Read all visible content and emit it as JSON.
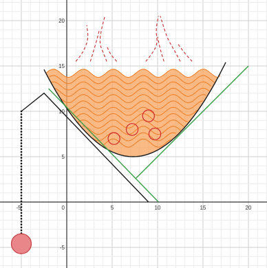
{
  "chart_data": {
    "type": "diagram",
    "xlim": [
      -7,
      22
    ],
    "ylim": [
      -7,
      22
    ],
    "grid": true,
    "x_ticks": [
      {
        "value": -5,
        "label": "-5"
      },
      {
        "value": 0,
        "label": "0"
      },
      {
        "value": 5,
        "label": "5"
      },
      {
        "value": 10,
        "label": "10"
      },
      {
        "value": 15,
        "label": "15"
      },
      {
        "value": 20,
        "label": "20"
      }
    ],
    "y_ticks": [
      {
        "value": -5,
        "label": "-5"
      },
      {
        "value": 5,
        "label": "5"
      },
      {
        "value": 10,
        "label": "10"
      },
      {
        "value": 15,
        "label": "15"
      },
      {
        "value": 20,
        "label": "20"
      }
    ],
    "bowl": {
      "vertex": [
        7.3,
        5
      ],
      "a": 0.1,
      "x_range": [
        -2.5,
        17.5
      ],
      "color": "#1a1a1a"
    },
    "liquid": {
      "color": "#f7a35c",
      "line_color": "#ef7d22",
      "levels": [
        14.2,
        13.5,
        12.8,
        12.1,
        11.4,
        10.7,
        10.0,
        9.3,
        8.6,
        7.9,
        7.2,
        6.5
      ],
      "amplitude": 0.45,
      "period": 3.3
    },
    "bubbles": [
      {
        "x": 5.2,
        "y": 7.0,
        "r": 0.65
      },
      {
        "x": 7.2,
        "y": 8.0,
        "r": 0.65
      },
      {
        "x": 9.0,
        "y": 9.5,
        "r": 0.65
      },
      {
        "x": 9.7,
        "y": 7.5,
        "r": 0.65
      }
    ],
    "bubble_color": "#d12c2c",
    "steam": [
      {
        "points": [
          [
            1.0,
            15.5
          ],
          [
            1.8,
            16.5
          ],
          [
            2.4,
            18.0
          ],
          [
            2.2,
            19.5
          ]
        ]
      },
      {
        "points": [
          [
            2.6,
            15.5
          ],
          [
            3.0,
            16.8
          ],
          [
            3.4,
            18.2
          ],
          [
            3.6,
            19.0
          ]
        ]
      },
      {
        "points": [
          [
            4.4,
            15.5
          ],
          [
            4.0,
            16.5
          ],
          [
            3.6,
            17.5
          ],
          [
            3.8,
            19.0
          ],
          [
            4.2,
            20.5
          ]
        ]
      },
      {
        "points": [
          [
            5.5,
            15.5
          ],
          [
            4.8,
            16.3
          ],
          [
            4.4,
            17.2
          ]
        ]
      },
      {
        "points": [
          [
            8.7,
            15.5
          ],
          [
            9.5,
            16.5
          ],
          [
            10.0,
            17.5
          ],
          [
            9.8,
            19.0
          ],
          [
            10.1,
            20.5
          ]
        ]
      },
      {
        "points": [
          [
            10.7,
            15.5
          ],
          [
            10.3,
            16.8
          ],
          [
            10.0,
            18.2
          ]
        ]
      },
      {
        "points": [
          [
            12.5,
            15.5
          ],
          [
            11.8,
            16.8
          ],
          [
            11.1,
            18.0
          ],
          [
            10.6,
            19.5
          ],
          [
            10.3,
            20.5
          ]
        ]
      },
      {
        "points": [
          [
            13.8,
            15.5
          ],
          [
            12.9,
            16.5
          ],
          [
            12.2,
            17.5
          ]
        ]
      }
    ],
    "steam_color": "#c62d2d",
    "rod": {
      "points": [
        [
          -5,
          10
        ],
        [
          -2.5,
          12
        ],
        [
          9,
          0
        ]
      ],
      "color": "#1a1a1a"
    },
    "green_lines": [
      {
        "points": [
          [
            -2,
            12.5
          ],
          [
            10.1,
            0
          ]
        ]
      },
      {
        "points": [
          [
            7.6,
            2.6
          ],
          [
            20,
            15
          ]
        ]
      }
    ],
    "green_color": "#3a9d48",
    "chain": {
      "x": -5,
      "y_top": 10,
      "y_bottom": -3.8,
      "spacing": 0.32,
      "color": "#111111"
    },
    "pendulum": {
      "x": -5,
      "y": -4.6,
      "r": 1.1,
      "fill": "#e8868a",
      "stroke": "#c43e44"
    }
  }
}
